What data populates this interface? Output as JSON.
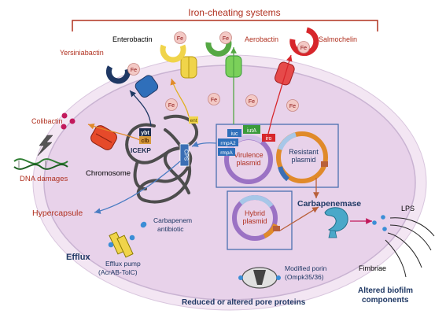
{
  "title": "Iron-cheating systems",
  "siderophores": {
    "enterobactin": "Enterobactin",
    "aerobactin": "Aerobactin",
    "salmochelin": "Salmochelin",
    "yersiniabactin": "Yersiniabactin"
  },
  "iron_label": "Fe",
  "colibactin": "Colibactin",
  "dna_damages": "DNA damages",
  "chromosome": "Chromosome",
  "icekp": {
    "label": "ICEKP",
    "ybt": "ybt",
    "clb": "clb"
  },
  "ent": "ent",
  "cps": "CPS",
  "hypercapsule": "Hypercapsule",
  "carbapenem_antibiotic": "Carbapenem\nantibiotic",
  "virulence_genes": [
    "iuc",
    "iutA",
    "rmpA2",
    "rmpA",
    "iro"
  ],
  "virulence_plasmid": "Virulence\nplasmid",
  "resistant_plasmid": "Resistant\nplasmid",
  "hybrid_plasmid": "Hybrid\nplasmid",
  "carbapenemase": "Carbapenemase",
  "lps": "LPS",
  "fimbriae": "Fimbriae",
  "altered_biofilm": "Altered biofilm\ncomponents",
  "efflux": "Efflux",
  "efflux_pump": "Efflux pump\n(AcrAB-TolC)",
  "modified_porin": "Modified porin\n(Ompk35/36)",
  "reduced_porin": "Reduced or altered pore proteins",
  "colors": {
    "dark_red": "#b0301f",
    "navy": "#1f3864",
    "cell_fill": "#ead6ec",
    "cell_stroke": "#c7b0cf",
    "iron": "#f3c9c5"
  }
}
